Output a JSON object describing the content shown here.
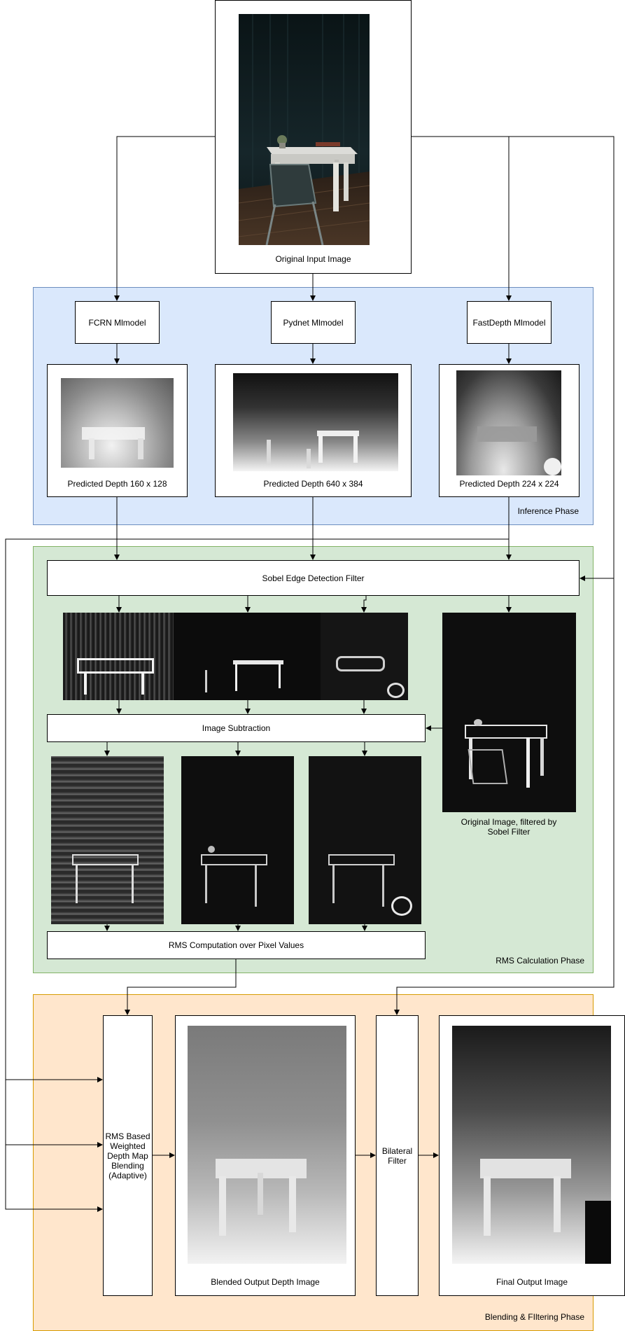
{
  "phases": {
    "inference": {
      "label": "Inference Phase",
      "fill": "#dae8fc",
      "stroke": "#6c8ebf"
    },
    "rms": {
      "label": "RMS Calculation Phase",
      "fill": "#d5e8d4",
      "stroke": "#82b366"
    },
    "blending": {
      "label": "Blending & FIltering Phase",
      "fill": "#ffe6cc",
      "stroke": "#d79b00"
    }
  },
  "input": {
    "caption": "Original Input Image"
  },
  "models": {
    "fcrn": "FCRN Mlmodel",
    "pydnet": "Pydnet Mlmodel",
    "fastdepth": "FastDepth Mlmodel"
  },
  "depth_outputs": {
    "fcrn": "Predicted Depth 160 x 128",
    "pydnet": "Predicted Depth 640 x 384",
    "fastdepth": "Predicted Depth 224 x 224"
  },
  "rms": {
    "sobel": "Sobel Edge Detection Filter",
    "subtraction": "Image Subtraction",
    "original_filtered": "Original Image, filtered by Sobel Filter",
    "computation": "RMS Computation over Pixel Values"
  },
  "blending": {
    "weighted": "RMS Based Weighted Depth Map Blending (Adaptive)",
    "blended_caption": "Blended Output Depth Image",
    "bilateral": "Bilateral Filter",
    "final_caption": "Final Output Image"
  }
}
